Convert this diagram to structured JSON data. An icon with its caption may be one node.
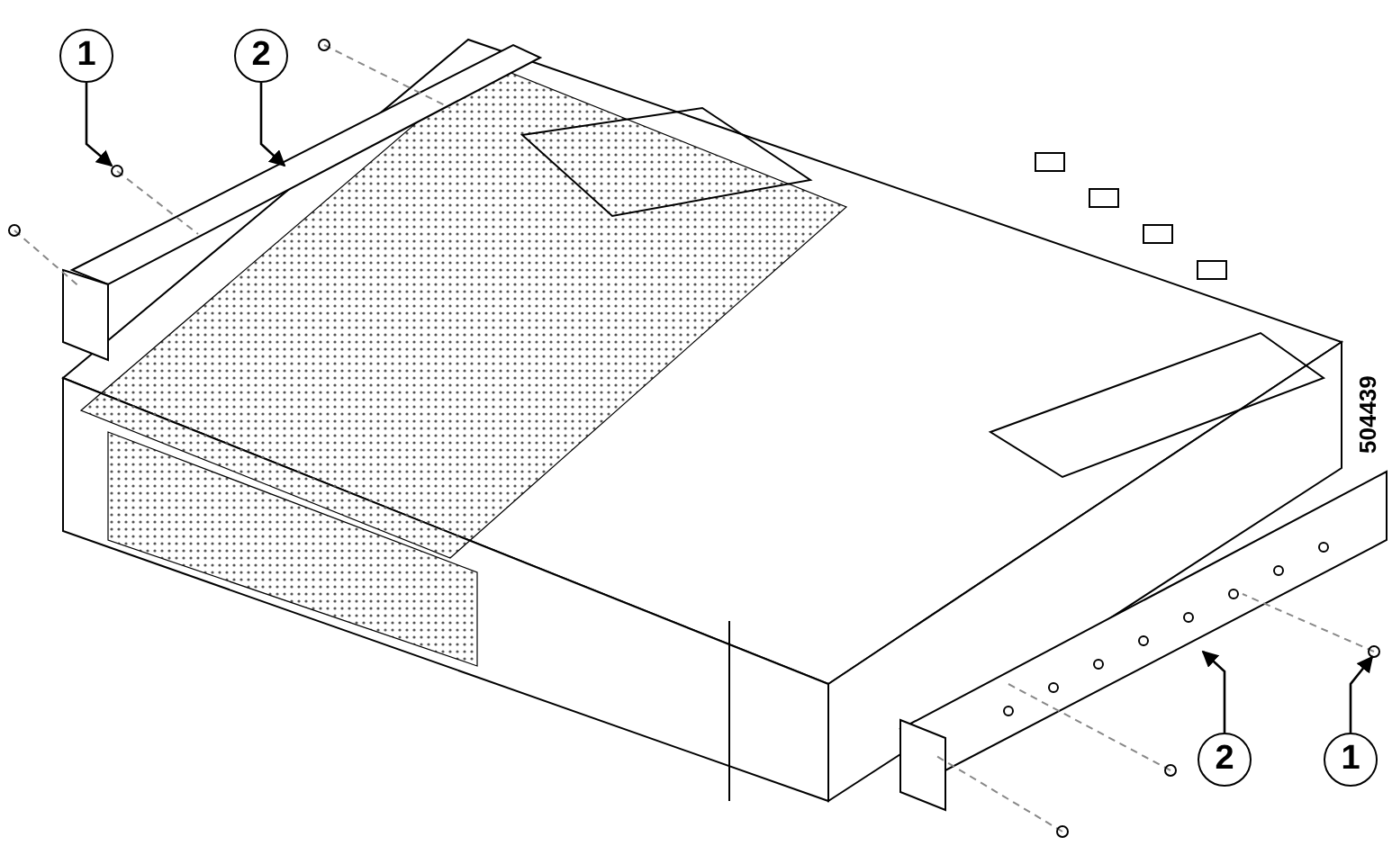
{
  "diagram": {
    "nodes": [
      {
        "text": [
          "1"
        ]
      },
      {
        "text": [
          "2"
        ]
      },
      {
        "text": [
          "2"
        ]
      },
      {
        "text": [
          "1"
        ]
      }
    ],
    "edges": [
      {
        "from": 0,
        "to": null,
        "arrow": "to"
      },
      {
        "from": 1,
        "to": null,
        "arrow": "to"
      },
      {
        "from": 2,
        "to": null,
        "arrow": "to"
      },
      {
        "from": 3,
        "to": null,
        "arrow": "to"
      }
    ],
    "labels": [
      "504439"
    ]
  }
}
